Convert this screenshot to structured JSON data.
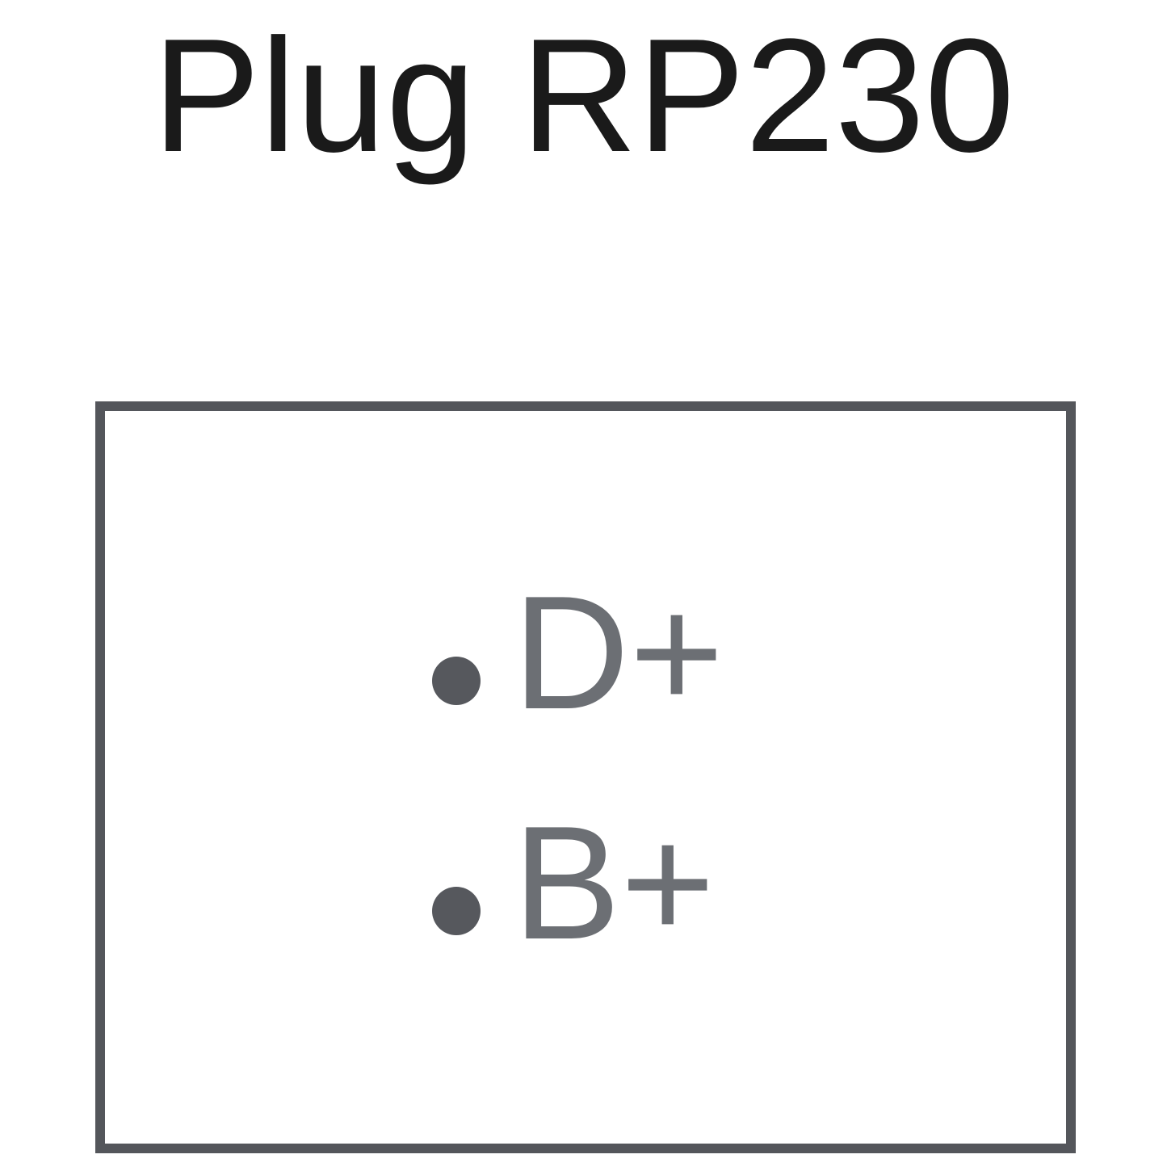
{
  "diagram": {
    "title": "Plug RP230",
    "pins": [
      {
        "id": "d-plus",
        "label": "D+"
      },
      {
        "id": "b-plus",
        "label": "B+"
      }
    ]
  },
  "colors": {
    "background": "#ffffff",
    "title": "#1a1a1a",
    "box_border": "#54565b",
    "pin_label": "#6c6f74",
    "pin_dot": "#56585d"
  }
}
